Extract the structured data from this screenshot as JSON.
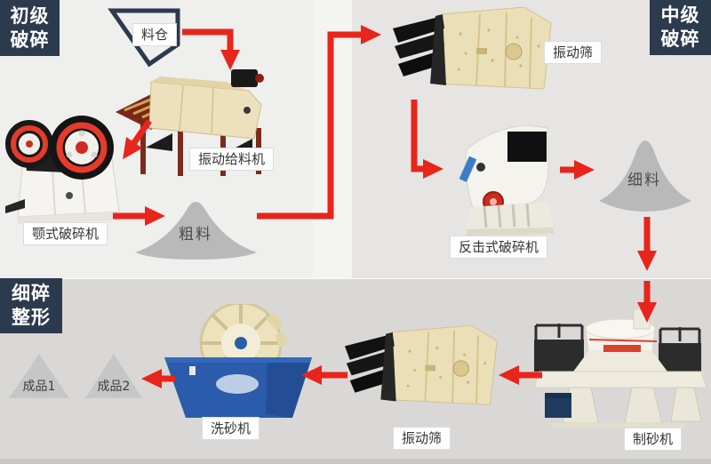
{
  "colors": {
    "accent_red": "#e8251a",
    "badge_navy": "#2c3a4d",
    "bg_top_left": "#efefee",
    "bg_top_right": "#e6e5e4",
    "bg_bottom": "#d9d8d6",
    "pile_gray": "#b9b9b9",
    "product_triangle_gray": "#c6c6c6",
    "label_bg": "#ffffff"
  },
  "badges": {
    "primary": {
      "line1": "初级",
      "line2": "破碎"
    },
    "secondary": {
      "line1": "中级",
      "line2": "破碎"
    },
    "tertiary": {
      "line1": "细碎",
      "line2": "整形"
    }
  },
  "nodes": {
    "silo_label": "料仓",
    "feeder_label": "振动给料机",
    "jaw_crusher_label": "颚式破碎机",
    "coarse_pile_label": "粗料",
    "screen_top_label": "振动筛",
    "impact_crusher_label": "反击式破碎机",
    "fine_pile_label": "细料",
    "sand_maker_label": "制砂机",
    "screen_bottom_label": "振动筛",
    "sand_washer_label": "洗砂机",
    "product1_label": "成品1",
    "product2_label": "成品2"
  }
}
